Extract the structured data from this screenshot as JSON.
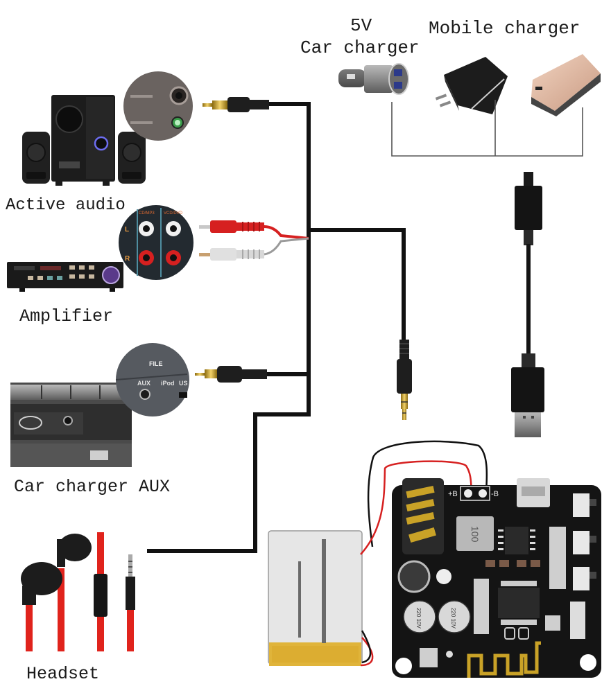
{
  "title": "Bluetooth audio receiver module wiring diagram",
  "labels": {
    "car_charger_voltage": "5V",
    "car_charger": "Car charger",
    "mobile_charger": "Mobile charger",
    "active_audio": "Active audio",
    "amplifier": "Amplifier",
    "car_charger_aux": "Car charger AUX",
    "headset": "Headset"
  },
  "board": {
    "pad_plus": "+B",
    "pad_minus": "-B",
    "inductor": "100",
    "cap_left": "220 10V",
    "cap_right": "220 10V"
  },
  "car_stereo": {
    "file": "FILE",
    "aux": "AUX",
    "ipod": "iPod",
    "usb": "US"
  },
  "amp_panel": {
    "left": "L",
    "right": "R",
    "top_a": "CD/MP3",
    "top_b": "VCD/DVD"
  },
  "colors": {
    "cable": "#111111",
    "rca_red": "#d62020",
    "rca_white": "#d8d8d8",
    "gold": "#c9a227",
    "pcb": "#141414",
    "battery": "#e6e6e6",
    "battery_tape": "#e0b43a",
    "headset_cord": "#e0231c",
    "power_line": "#555555"
  }
}
